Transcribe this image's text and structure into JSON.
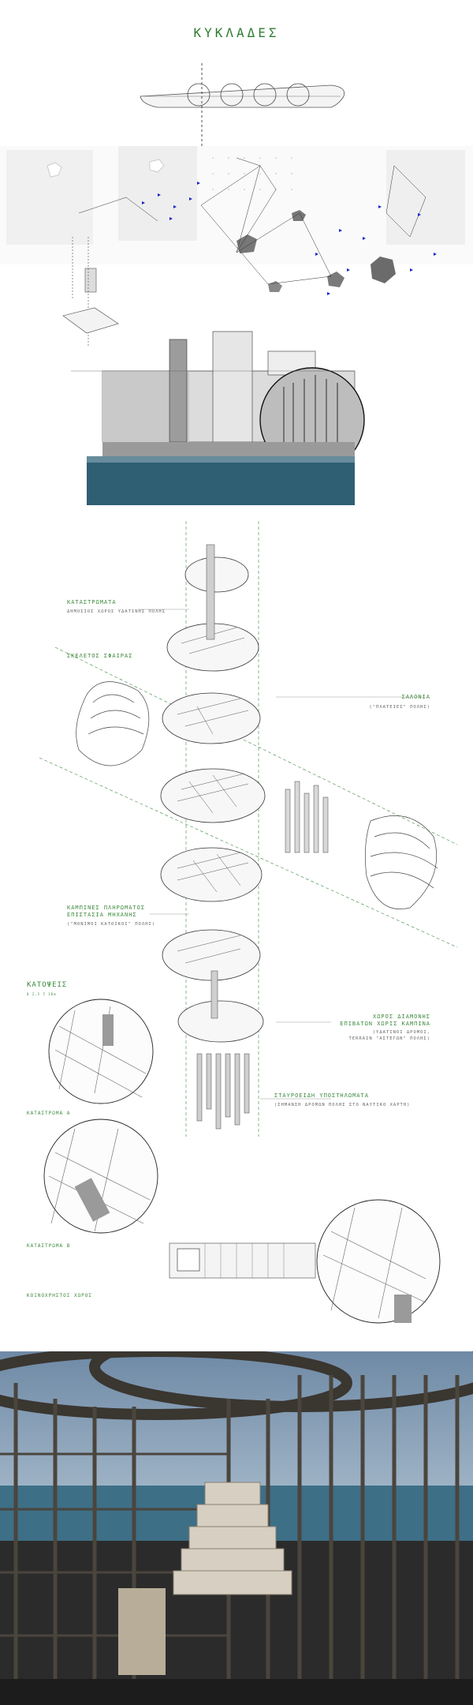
{
  "title": "ΚΥΚΛΑΔΕΣ",
  "labels": {
    "decks": "ΚΑΤΑΣΤΡΩΜΑΤΑ",
    "decks_sub": "ΔΗΜΟΣΙΟΣ ΧΩΡΟΣ ΥΔΑΤΙΝΗΣ ΠΟΛΗΣ",
    "sphere_skeleton": "ΣΚΕΛΕΤΟΣ ΣΦΑΙΡΑΣ",
    "lounges": "ΣΑΛΟΝΙΑ",
    "lounges_sub": "(\"ΠΛΑΤΕΙΕΣ\" ΠΟΛΗΣ)",
    "cabins_1": "ΚΑΜΠΙΝΕΣ ΠΛΗΡΩΜΑΤΟΣ",
    "cabins_2": "ΕΠΙΣΤΑΣΙΑ ΜΗΧΑΝΗΣ",
    "cabins_sub": "(\"ΜΟΝΙΜΟΙ ΚΑΤΟΙΚΟΙ\" ΠΟΛΗΣ)",
    "plans": "ΚΑΤΟΨΕΙΣ",
    "scale": "0  2,5    5         10m",
    "passengers_1": "ΧΩΡΟΣ ΔΙΑΜΟΝΗΣ",
    "passengers_2": "ΕΠΙΒΑΤΩΝ ΧΩΡΙΣ ΚΑΜΠΙΝΑ",
    "passengers_sub_1": "(ΥΔΑΤΙΝΟΙ ΔΡΟΜΟΙ,",
    "passengers_sub_2": "TERRAIN \"ΑΣΤΕΓΩΝ\" ΠΟΛΗΣ)",
    "cross_1": "ΣΤΑΥΡΟΕΙΔΗ ΥΠΟΣΤΗΛΩΜΑΤΑ",
    "cross_sub": "(ΣΗΜΑΝΣΗ ΔΡΟΜΩΝ ΠΟΛΗΣ ΣΤΟ ΝΑΥΤΙΚΟ ΧΑΡΤΗ)",
    "deck_a": "ΚΑΤΑΣΤΡΩΜΑ Α",
    "deck_b": "ΚΑΤΑΣΤΡΩΜΑ Β",
    "ground": "ΚΟΙΝΟΧΡΗΣΤΟΣ ΧΩΡΟΣ"
  },
  "colors": {
    "accent_green": "#3c8a3c",
    "sea": "#2e5f73",
    "blue_markers": "#1c22c8",
    "line": "#444444"
  }
}
